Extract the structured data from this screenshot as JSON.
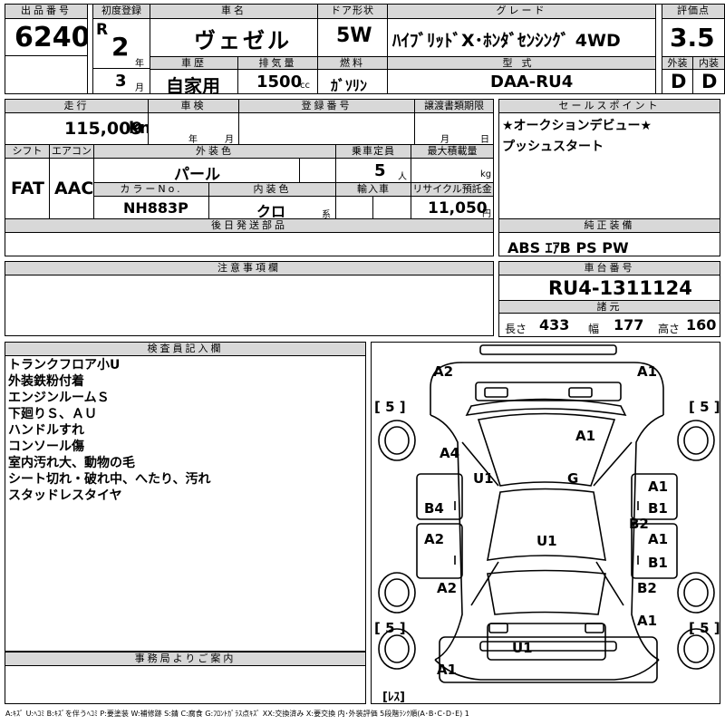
{
  "header": {
    "lot_no_label": "出品番号",
    "lot_no": "6240",
    "first_reg_label": "初度登録",
    "era": "R",
    "year": "2",
    "year_unit": "年",
    "month": "3",
    "month_unit": "月",
    "model_label": "車名",
    "model": "ヴェゼル",
    "door_label": "ドア形状",
    "door": "5W",
    "grade_label": "グレード",
    "grade": "ﾊｲﾌﾞﾘｯﾄﾞX･ﾎﾝﾀﾞｾﾝｼﾝｸﾞ 4WD",
    "score_label": "評価点",
    "score": "3.5",
    "history_label": "車歴",
    "history": "自家用",
    "displacement_label": "排気量",
    "displacement": "1500",
    "displacement_unit": "cc",
    "fuel_label": "燃料",
    "fuel": "ｶﾞｿﾘﾝ",
    "type_label": "型式",
    "type": "DAA-RU4",
    "exterior_label": "外装",
    "exterior": "D",
    "interior_label": "内装",
    "interior": "D"
  },
  "row2": {
    "mileage_label": "走行",
    "mileage": "115,009",
    "mileage_unit": "km",
    "inspection_label": "車検",
    "insp_year_unit": "年",
    "insp_month_unit": "月",
    "reg_no_label": "登録番号",
    "transfer_label": "譲渡書類期限",
    "transfer_month_unit": "月",
    "transfer_day_unit": "日",
    "selling_label": "セールスポイント",
    "selling_points": [
      "★オークションデビュー★",
      "プッシュスタート"
    ],
    "shift_label": "シフト",
    "shift": "FAT",
    "ac_label": "エアコン",
    "ac": "AAC",
    "color_label": "外装色",
    "color": "パール",
    "capacity_label": "乗車定員",
    "capacity": "5",
    "capacity_unit": "人",
    "max_load_label": "最大積載量",
    "max_load_unit": "kg",
    "color_no_label": "カラーNo.",
    "color_no": "NH883P",
    "int_color_label": "内装色",
    "int_color": "クロ",
    "int_color_unit": "系",
    "import_label": "輸入車",
    "recycle_label": "リサイクル預託金",
    "recycle": "11,050",
    "recycle_unit": "円"
  },
  "sections": {
    "aftersale_label": "後日発送部品",
    "equipment_label": "純正装備",
    "equipment": "ABS ｴｱB PS PW",
    "caution_label": "注意事項欄",
    "chassis_label": "車台番号",
    "chassis": "RU4-1311124",
    "spec_label": "諸元",
    "length_label": "長さ",
    "length": "433",
    "width_label": "幅",
    "width": "177",
    "height_label": "高さ",
    "height": "160",
    "inspector_label": "検査員記入欄",
    "inspector_notes": [
      "トランクフロア小U",
      "外装鉄粉付着",
      "エンジンルームＳ",
      "下廻りＳ、ＡＵ",
      "ハンドルすれ",
      "コンソール傷",
      "室内汚れ大、動物の毛",
      "シート切れ・破れ中、へたり、汚れ",
      "スタッドレスタイヤ"
    ],
    "office_label": "事務局よりご案内"
  },
  "diagram": {
    "tire_rl": "[ 5 ]",
    "tire_rr": "[ 5 ]",
    "tire_fl": "[ 5 ]",
    "tire_fr": "[ 5 ]",
    "spare": "[ﾚｽ]",
    "marks": {
      "rear_left": "A2",
      "rear_right": "A1",
      "roof": "A1",
      "rear_quarter_l": "A4",
      "pillar_l": "U1",
      "glass": "G",
      "rear_door_r": "A1",
      "rear_door_r2": "B1",
      "rear_door_l": "B4",
      "center_r": "B2",
      "front_door_l": "A2",
      "front_door_r": "A1",
      "front_door_r2": "B1",
      "hood": "U1",
      "fender_l": "A2",
      "fender_r": "B2",
      "front_r": "A1",
      "bumper": "U1",
      "front_bumper_l": "A1"
    }
  },
  "legend": "A:ｷｽﾞ U:ﾍｺﾐ B:ｷｽﾞを伴うﾍｺﾐ P:要塗装 W:補修跡 S:錆 C:腐食 G:ﾌﾛﾝﾄｶﾞﾗｽ点ｷｽﾞ XX:交換済み X:要交換 内･外装評価 5段階ﾗﾝｸ順(A･B･C･D･E) 1"
}
